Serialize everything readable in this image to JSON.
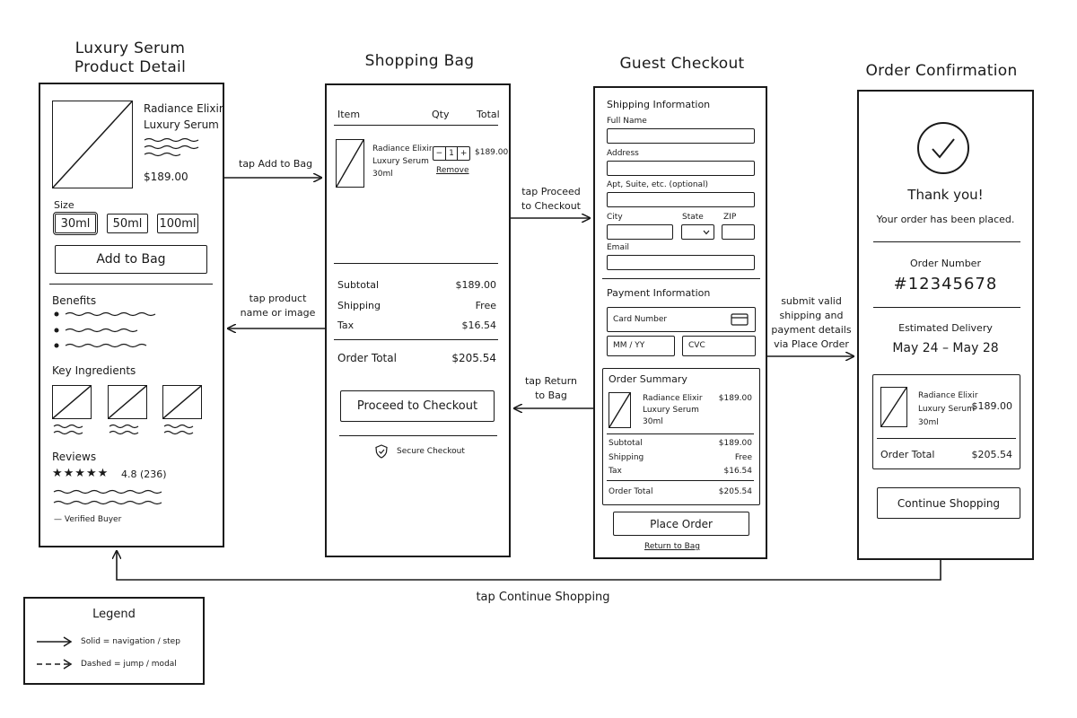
{
  "screens": {
    "product": {
      "title_line1": "Luxury Serum",
      "title_line2": "Product Detail",
      "product_name_line1": "Radiance Elixir",
      "product_name_line2": "Luxury Serum",
      "price": "$189.00",
      "size_label": "Size",
      "sizes": [
        "30ml",
        "50ml",
        "100ml"
      ],
      "selected_size": "30ml",
      "add_to_bag": "Add to Bag",
      "benefits_label": "Benefits",
      "ingredients_label": "Key Ingredients",
      "reviews_label": "Reviews",
      "stars": "★★★★★",
      "rating": "4.8 (236)",
      "review_author": "— Verified Buyer"
    },
    "bag": {
      "title": "Shopping Bag",
      "col_item": "Item",
      "col_qty": "Qty",
      "col_total": "Total",
      "item_line1": "Radiance Elixir",
      "item_line2": "Luxury Serum",
      "item_line3": "30ml",
      "qty_minus": "−",
      "qty_value": "1",
      "qty_plus": "+",
      "item_total": "$189.00",
      "remove": "Remove",
      "subtotal_label": "Subtotal",
      "subtotal": "$189.00",
      "shipping_label": "Shipping",
      "shipping": "Free",
      "tax_label": "Tax",
      "tax": "$16.54",
      "order_total_label": "Order Total",
      "order_total": "$205.54",
      "proceed": "Proceed to Checkout",
      "secure": "Secure Checkout"
    },
    "checkout": {
      "title": "Guest Checkout",
      "shipping_heading": "Shipping Information",
      "full_name": "Full Name",
      "address": "Address",
      "apt": "Apt, Suite, etc. (optional)",
      "city": "City",
      "state": "State",
      "zip": "ZIP",
      "email": "Email",
      "payment_heading": "Payment Information",
      "card_placeholder": "Card Number",
      "expiry_placeholder": "MM / YY",
      "cvc_placeholder": "CVC",
      "summary_heading": "Order Summary",
      "item_line1": "Radiance Elixir",
      "item_line2": "Luxury Serum",
      "item_line3": "30ml",
      "item_price": "$189.00",
      "subtotal_label": "Subtotal",
      "subtotal": "$189.00",
      "shipping_label": "Shipping",
      "shipping": "Free",
      "tax_label": "Tax",
      "tax": "$16.54",
      "order_total_label": "Order Total",
      "order_total": "$205.54",
      "place_order": "Place Order",
      "return_to_bag": "Return to Bag"
    },
    "confirmation": {
      "title": "Order Confirmation",
      "thank_you": "Thank you!",
      "placed": "Your order has been placed.",
      "order_number_label": "Order Number",
      "order_number": "#12345678",
      "delivery_label": "Estimated Delivery",
      "delivery_dates": "May 24 – May 28",
      "item_line1": "Radiance Elixir",
      "item_line2": "Luxury Serum",
      "item_line3": "30ml",
      "item_price": "$189.00",
      "order_total_label": "Order Total",
      "order_total": "$205.54",
      "continue": "Continue Shopping"
    }
  },
  "transitions": {
    "add_to_bag": "tap Add to Bag",
    "product_back_line1": "tap product",
    "product_back_line2": "name or image",
    "proceed_line1": "tap Proceed",
    "proceed_line2": "to Checkout",
    "return_line1": "tap Return",
    "return_line2": "to Bag",
    "submit_line1": "submit valid",
    "submit_line2": "shipping and",
    "submit_line3": "payment details",
    "submit_line4": "via Place Order",
    "continue": "tap Continue Shopping"
  },
  "legend": {
    "title": "Legend",
    "solid": "Solid = navigation / step",
    "dashed": "Dashed = jump / modal"
  }
}
